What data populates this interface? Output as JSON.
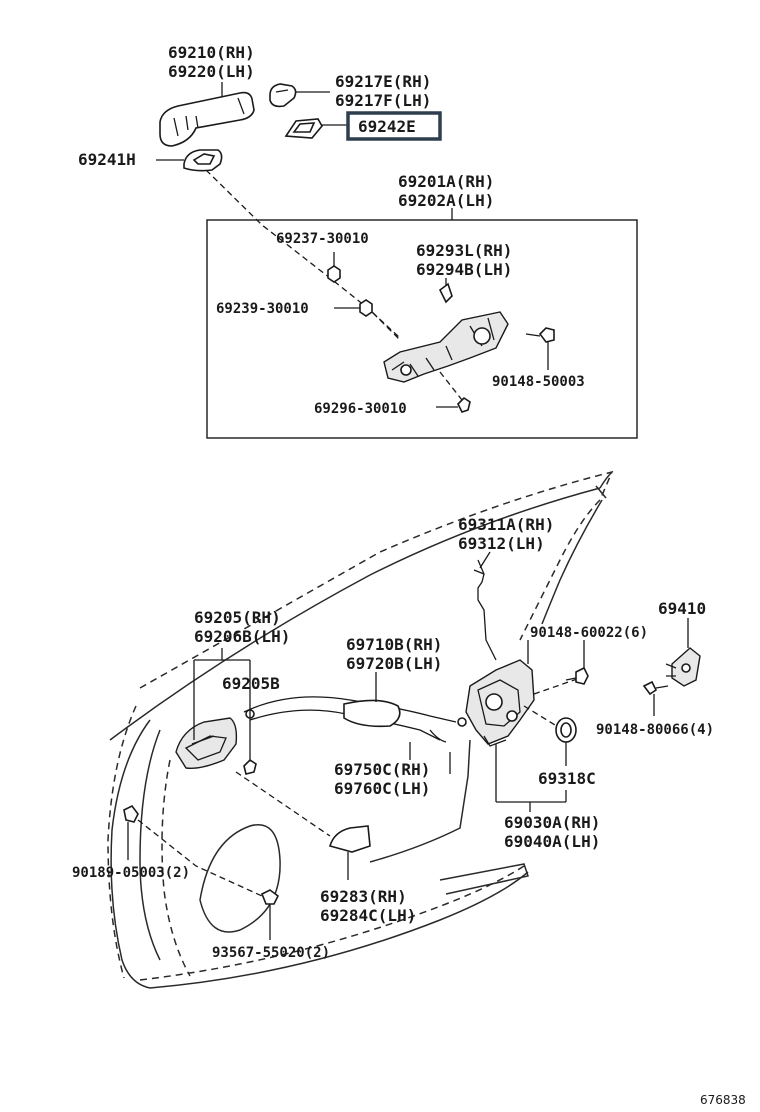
{
  "diagram": {
    "labels": {
      "handle_rh": "69210(RH)",
      "handle_lh": "69220(LH)",
      "cap_rh": "69217E(RH)",
      "cap_lh": "69217F(LH)",
      "highlighted_part": "69242E",
      "bezel": "69241H",
      "frame_rh": "69201A(RH)",
      "frame_lh": "69202A(LH)",
      "screw_69237": "69237-30010",
      "cover_rh": "69293L(RH)",
      "cover_lh": "69294B(LH)",
      "nut_69239": "69239-30010",
      "bolt_90148_50003": "90148-50003",
      "screw_69296": "69296-30010",
      "link_rod_rh": "69311A(RH)",
      "link_rod_lh": "69312(LH)",
      "inside_handle_rh": "69205(RH)",
      "inside_handle_lh": "69206B(LH)",
      "cable_rh": "69710B(RH)",
      "cable_lh": "69720B(LH)",
      "bolt_90148_60022": "90148-60022(6)",
      "striker": "69410",
      "bezel_inside": "69205B",
      "screw_90148_80066": "90148-80066(4)",
      "control_cable_rh": "69750C(RH)",
      "control_cable_lh": "69760C(LH)",
      "grommet": "69318C",
      "lock_assy_rh": "69030A(RH)",
      "lock_assy_lh": "69040A(LH)",
      "clip_90189": "90189-05003(2)",
      "cover_69283_rh": "69283(RH)",
      "cover_69284_lh": "69284C(LH)",
      "screw_93567": "93567-55020(2)"
    },
    "ref_number": "676838"
  }
}
